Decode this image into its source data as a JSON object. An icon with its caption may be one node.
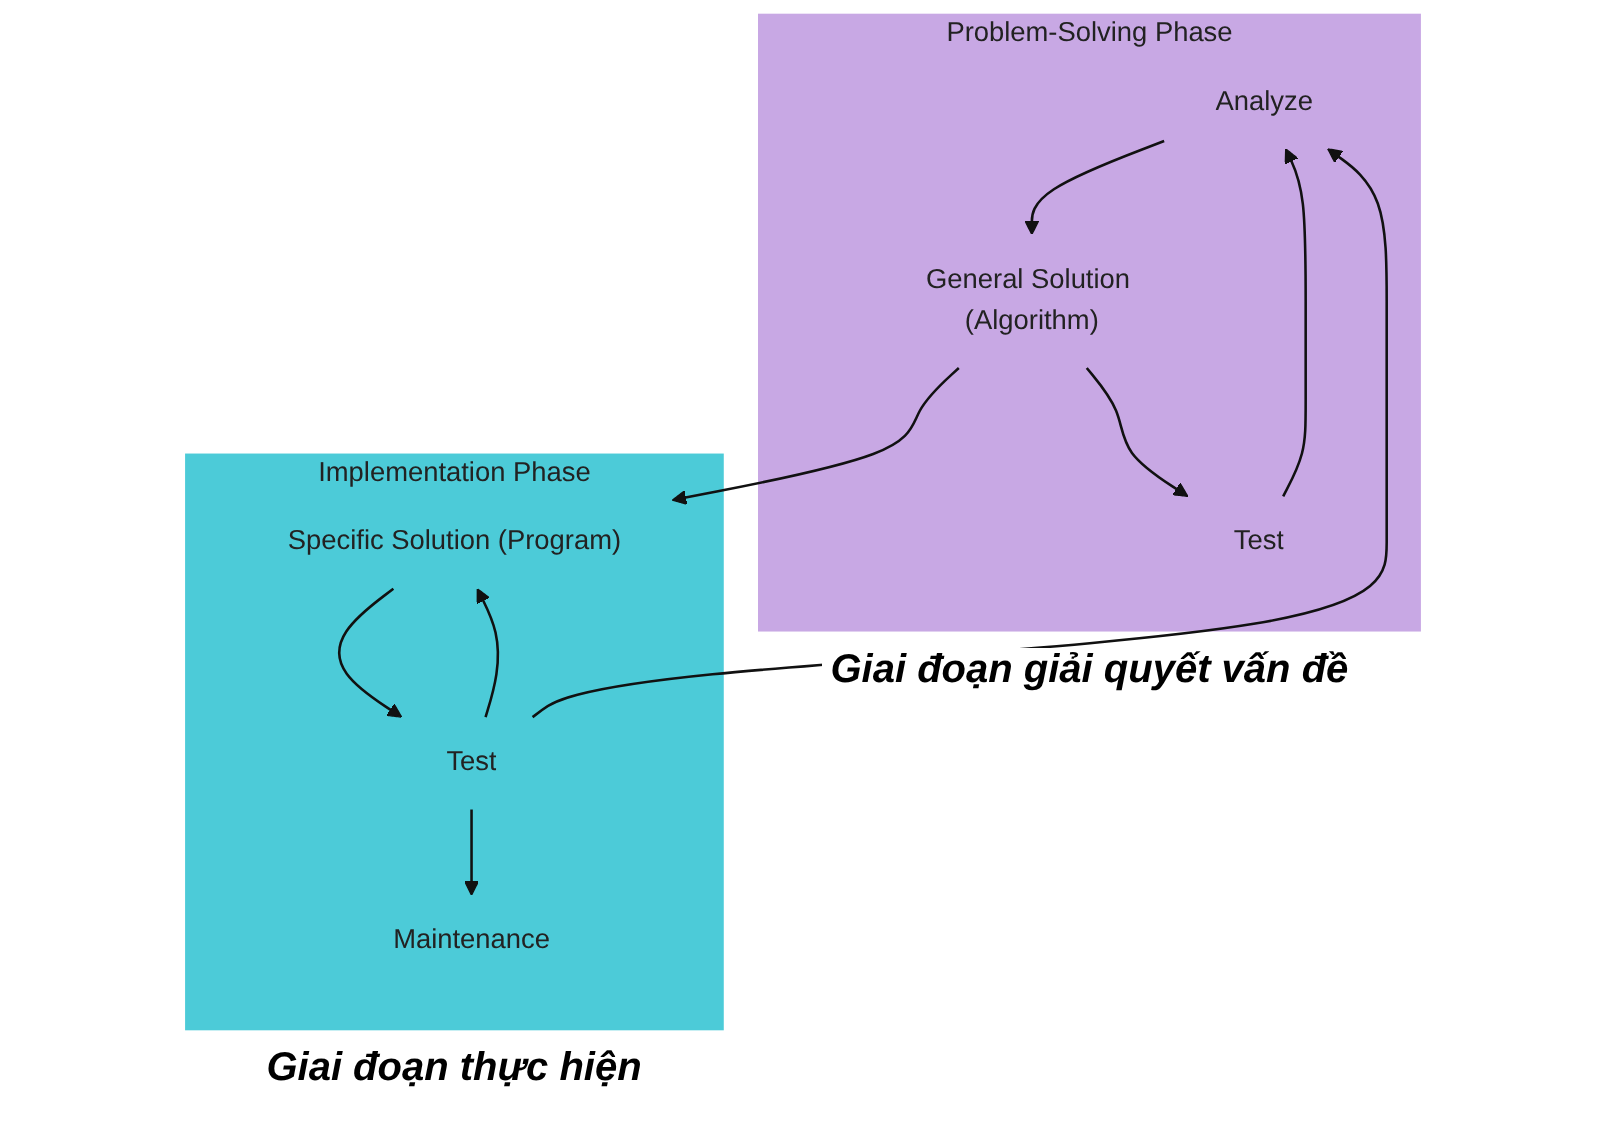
{
  "diagram": {
    "nodes": [
      {
        "text": [
          "Problem-Solving Phase"
        ],
        "beside": [
          "Giai đoạn giải quyết vấn đề"
        ]
      },
      {
        "text": [
          "Analyze"
        ],
        "in": 0
      },
      {
        "text": [
          "General Solution (Algorithm)"
        ],
        "in": 0
      },
      {
        "text": [
          "Test"
        ],
        "in": 0
      },
      {
        "text": [
          "Implementation Phase"
        ],
        "beside": [
          "Giai đoạn thực hiện"
        ]
      },
      {
        "text": [
          "Specific Solution (Program)"
        ],
        "in": 4
      },
      {
        "text": [
          "Test"
        ],
        "in": 4
      },
      {
        "text": [
          "Maintenance"
        ],
        "in": 4
      }
    ],
    "edges": [
      {
        "from": 1,
        "to": 2,
        "arrow": "to"
      },
      {
        "from": 2,
        "to": 3,
        "arrow": "to"
      },
      {
        "from": 3,
        "to": 1,
        "arrow": "to"
      },
      {
        "from": 2,
        "to": 5,
        "arrow": "to"
      },
      {
        "from": 5,
        "to": 6,
        "arrow": "to"
      },
      {
        "from": 6,
        "to": 7,
        "arrow": "to"
      },
      {
        "from": 6,
        "to": 5,
        "arrow": "to"
      },
      {
        "from": 6,
        "to": 1,
        "arrow": "to"
      }
    ]
  }
}
